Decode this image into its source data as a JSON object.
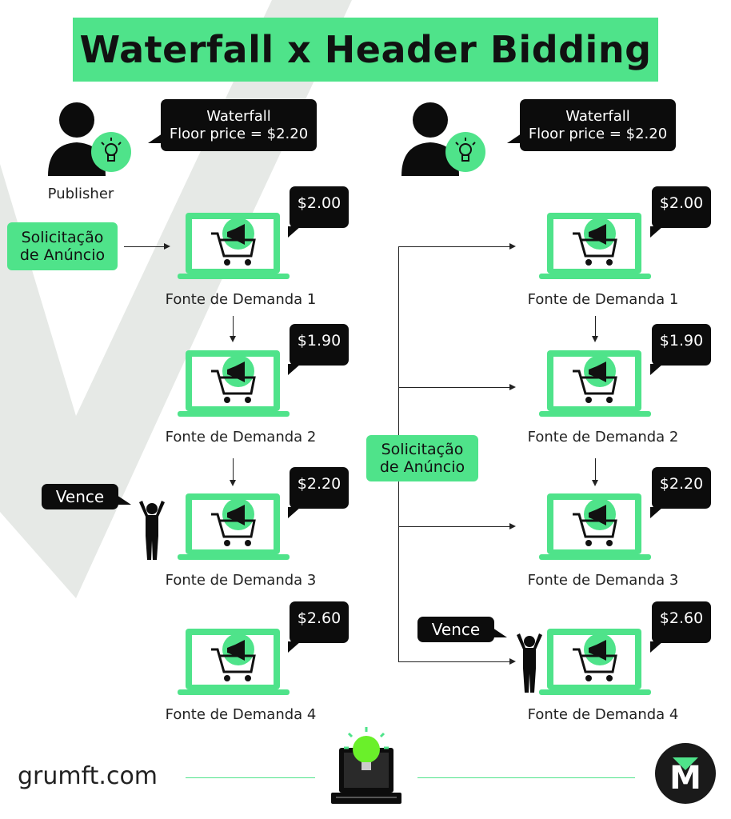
{
  "title": "Waterfall x Header Bidding",
  "left": {
    "bubble_line1": "Waterfall",
    "bubble_line2": "Floor price = $2.20",
    "publisher_label": "Publisher",
    "request_line1": "Solicitação",
    "request_line2": "de Anúncio",
    "winner_label": "Vence",
    "sources": [
      {
        "name": "Fonte de Demanda 1",
        "price": "$2.00"
      },
      {
        "name": "Fonte de Demanda 2",
        "price": "$1.90"
      },
      {
        "name": "Fonte de Demanda 3",
        "price": "$2.20"
      },
      {
        "name": "Fonte de Demanda 4",
        "price": "$2.60"
      }
    ]
  },
  "right": {
    "bubble_line1": "Waterfall",
    "bubble_line2": "Floor price = $2.20",
    "request_line1": "Solicitação",
    "request_line2": "de Anúncio",
    "winner_label": "Vence",
    "sources": [
      {
        "name": "Fonte de Demanda 1",
        "price": "$2.00"
      },
      {
        "name": "Fonte de Demanda 2",
        "price": "$1.90"
      },
      {
        "name": "Fonte de Demanda 3",
        "price": "$2.20"
      },
      {
        "name": "Fonte de Demanda 4",
        "price": "$2.60"
      }
    ]
  },
  "footer": {
    "site": "grumft.com",
    "logo_letter": "M"
  },
  "colors": {
    "accent": "#4fe38a",
    "dark": "#0c0c0c",
    "wedge": "#e6e9e6"
  }
}
